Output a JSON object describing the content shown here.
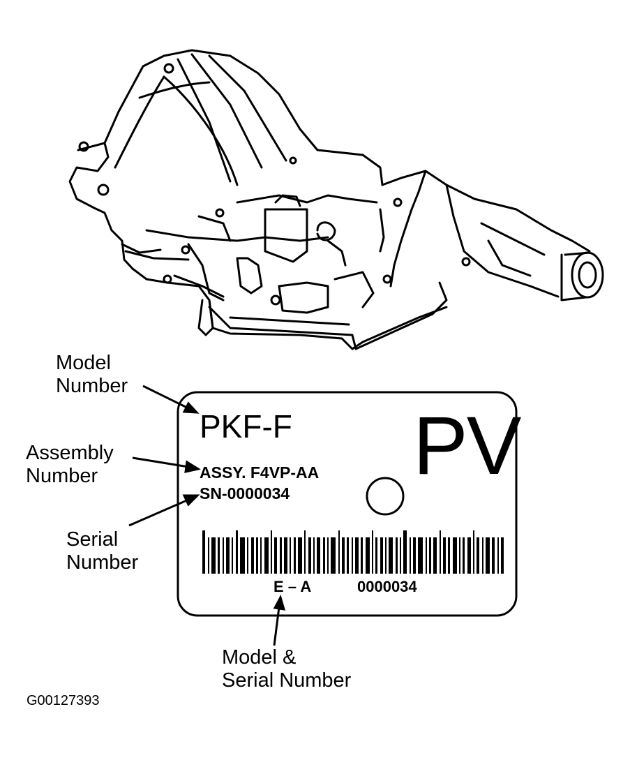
{
  "callouts": {
    "model_number": [
      "Model",
      "Number"
    ],
    "assembly_number": [
      "Assembly",
      "Number"
    ],
    "serial_number": [
      "Serial",
      "Number"
    ],
    "model_serial_number": [
      "Model &",
      "Serial Number"
    ]
  },
  "plate": {
    "model_code": "PKF-F",
    "assembly": "ASSY. F4VP-AA",
    "serial": "SN-0000034",
    "big_code": "PV",
    "barcode_left": "E – A",
    "barcode_right": "0000034"
  },
  "figure_id": "G00127393",
  "colors": {
    "ink": "#000000",
    "paper": "#ffffff"
  }
}
